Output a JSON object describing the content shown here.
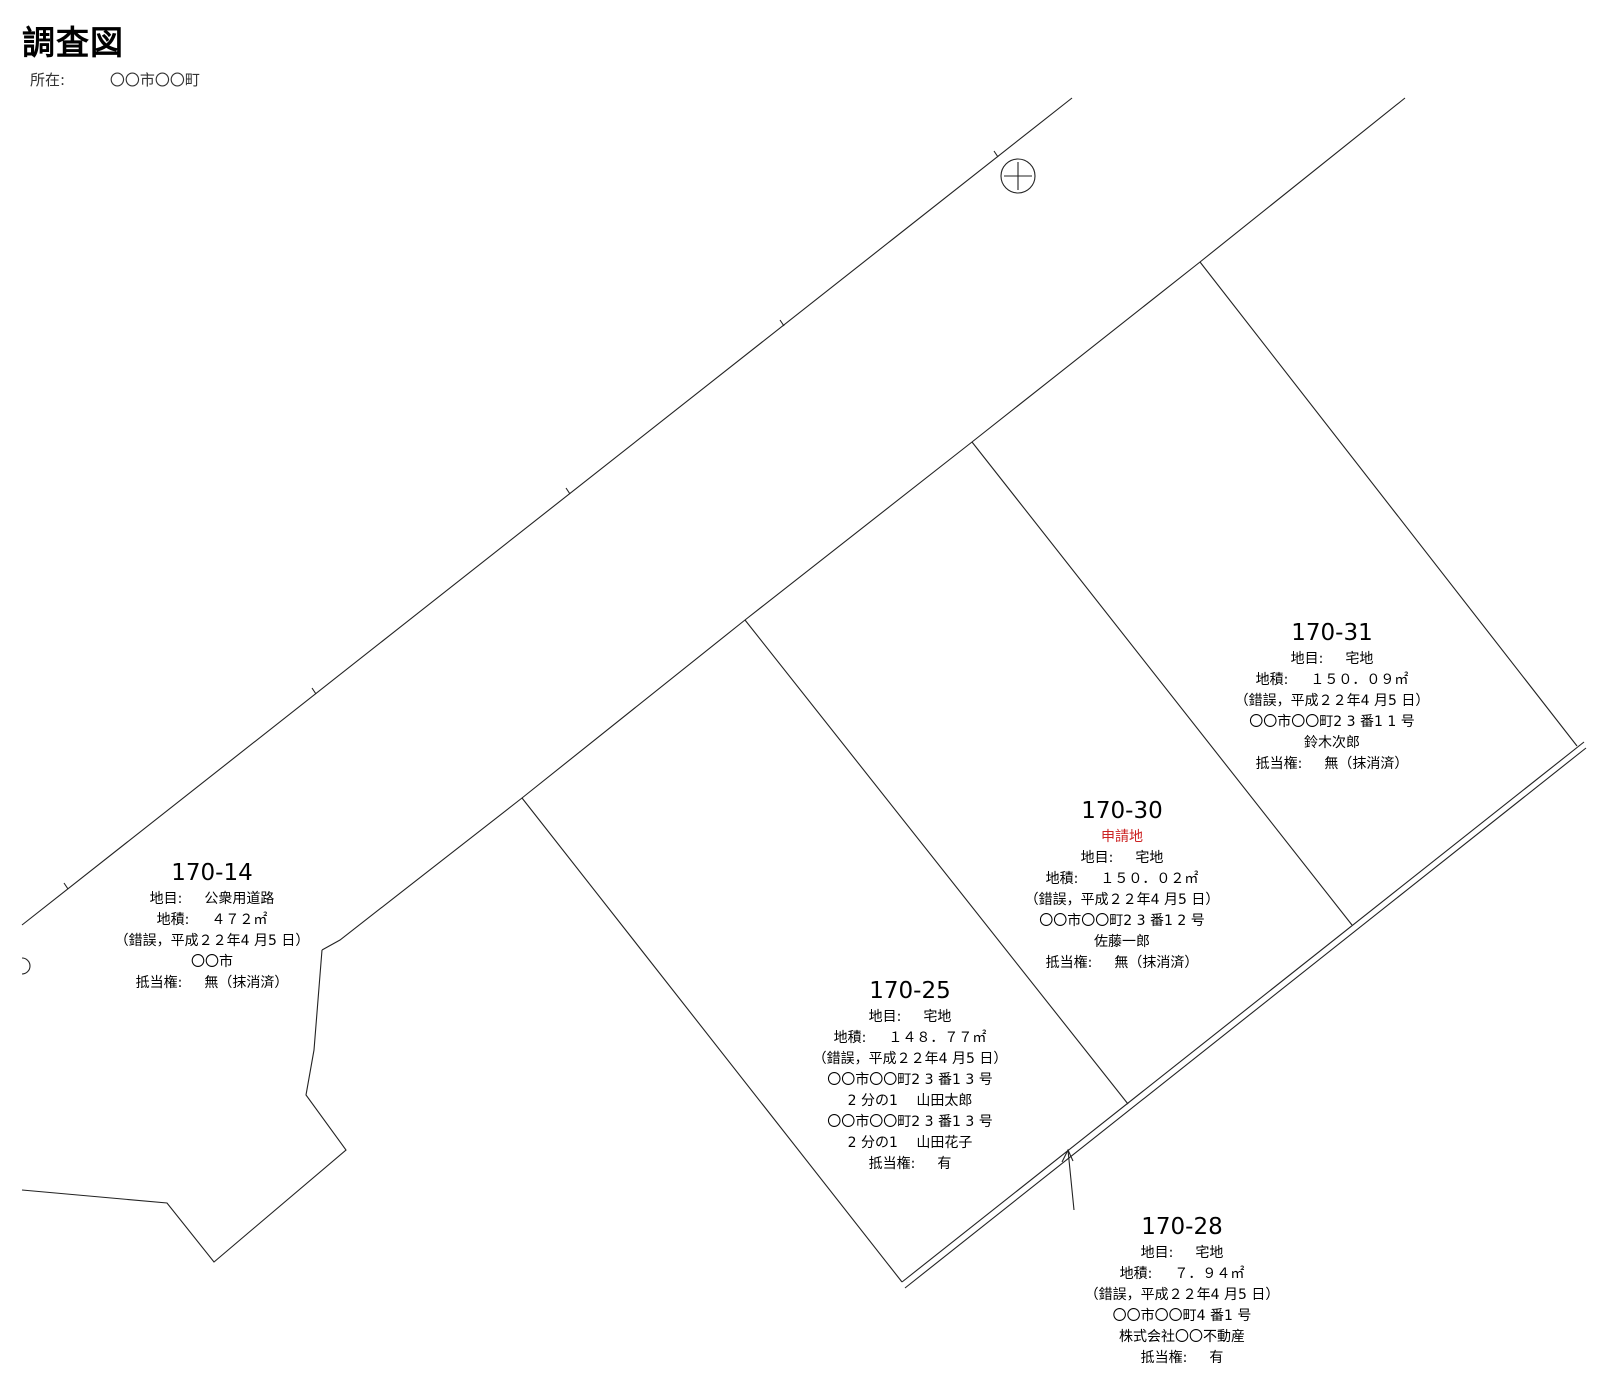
{
  "title": "調査図",
  "location": {
    "label": "所在:",
    "value": "〇〇市〇〇町"
  },
  "parcels": [
    {
      "number": "170-31",
      "chimoku_label": "地目:",
      "chimoku": "宅地",
      "area_label": "地積:",
      "area": "１５０．０９㎡",
      "note": "（錯誤，平成２２年4 月5 日）",
      "owners": [
        "〇〇市〇〇町2 3 番1 1 号",
        "鈴木次郎"
      ],
      "mortgage_label": "抵当権:",
      "mortgage": "無（抹消済）"
    },
    {
      "number": "170-30",
      "application": "申請地",
      "chimoku_label": "地目:",
      "chimoku": "宅地",
      "area_label": "地積:",
      "area": "１５０．０２㎡",
      "note": "（錯誤，平成２２年4 月5 日）",
      "owners": [
        "〇〇市〇〇町2 3 番1 2 号",
        "佐藤一郎"
      ],
      "mortgage_label": "抵当権:",
      "mortgage": "無（抹消済）"
    },
    {
      "number": "170-25",
      "chimoku_label": "地目:",
      "chimoku": "宅地",
      "area_label": "地積:",
      "area": "１４８．７７㎡",
      "note": "（錯誤，平成２２年4 月5 日）",
      "owners": [
        "〇〇市〇〇町2 3 番1 3 号",
        "2 分の1　 山田太郎",
        "〇〇市〇〇町2 3 番1 3 号",
        "2 分の1　 山田花子"
      ],
      "mortgage_label": "抵当権:",
      "mortgage": "有"
    },
    {
      "number": "170-14",
      "chimoku_label": "地目:",
      "chimoku": "公衆用道路",
      "area_label": "地積:",
      "area": "４７２㎡",
      "note": "（錯誤，平成２２年4 月5 日）",
      "owners": [
        "〇〇市"
      ],
      "mortgage_label": "抵当権:",
      "mortgage": "無（抹消済）"
    },
    {
      "number": "170-28",
      "chimoku_label": "地目:",
      "chimoku": "宅地",
      "area_label": "地積:",
      "area": "７．９４㎡",
      "note": "（錯誤，平成２２年4 月5 日）",
      "owners": [
        "〇〇市〇〇町4 番1 号",
        "株式会社〇〇不動産"
      ],
      "mortgage_label": "抵当権:",
      "mortgage": "有"
    }
  ]
}
